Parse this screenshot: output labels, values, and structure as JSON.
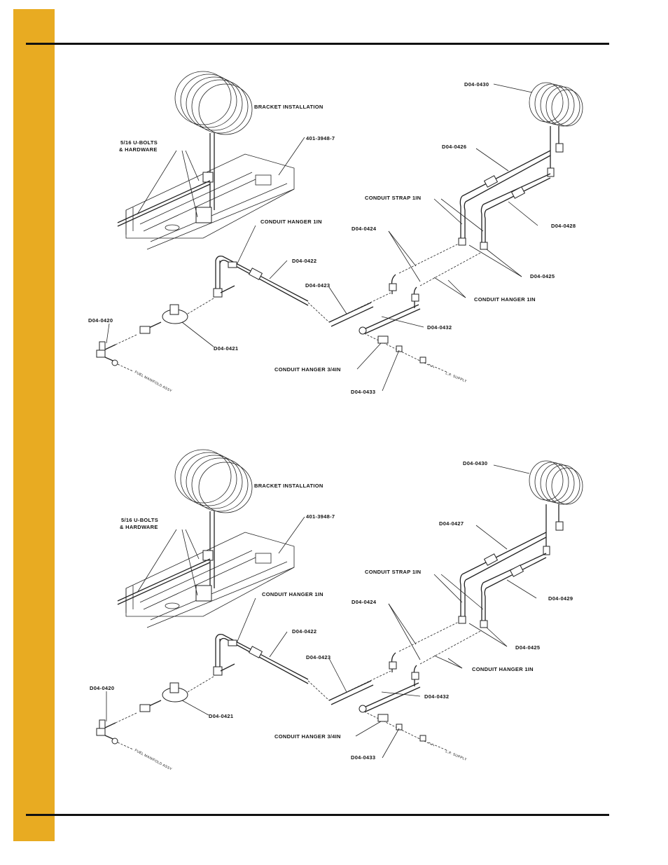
{
  "diagram_top": {
    "bracket_installation": "BRACKET INSTALLATION",
    "ubolts_line1": "5/16 U-BOLTS",
    "ubolts_line2": "& HARDWARE",
    "bracket_part": "401-3948-7",
    "coil_part": "D04-0430",
    "upper_pipe": "D04-0426",
    "right_pipe": "D04-0428",
    "conduit_strap": "CONDUIT STRAP 1IN",
    "conduit_hanger_left": "CONDUIT HANGER 1IN",
    "conduit_hanger_right": "CONDUIT HANGER 1IN",
    "part_0424": "D04-0424",
    "part_0425": "D04-0425",
    "part_0422": "D04-0422",
    "part_0423": "D04-0423",
    "part_0420": "D04-0420",
    "part_0421": "D04-0421",
    "part_0432": "D04-0432",
    "conduit_hanger_34": "CONDUIT HANGER 3/4IN",
    "part_0433": "D04-0433",
    "fuel_manifold": "FUEL MANIFOLD ASSY",
    "lp_supply": "L.P. SUPPLY"
  },
  "diagram_bottom": {
    "bracket_installation": "BRACKET INSTALLATION",
    "ubolts_line1": "5/16 U-BOLTS",
    "ubolts_line2": "& HARDWARE",
    "bracket_part": "401-3948-7",
    "coil_part": "D04-0430",
    "upper_pipe": "D04-0427",
    "right_pipe": "D04-0429",
    "conduit_strap": "CONDUIT STRAP 1IN",
    "conduit_hanger_left": "CONDUIT HANGER 1IN",
    "conduit_hanger_right": "CONDUIT HANGER 1IN",
    "part_0424": "D04-0424",
    "part_0425": "D04-0425",
    "part_0422": "D04-0422",
    "part_0423": "D04-0423",
    "part_0420": "D04-0420",
    "part_0421": "D04-0421",
    "part_0432": "D04-0432",
    "conduit_hanger_34": "CONDUIT HANGER 3/4IN",
    "part_0433": "D04-0433",
    "fuel_manifold": "FUEL MANIFOLD ASSY",
    "lp_supply": "L.P. SUPPLY"
  },
  "colors": {
    "sidebar": "#e8ab22",
    "rules": "#111111"
  }
}
